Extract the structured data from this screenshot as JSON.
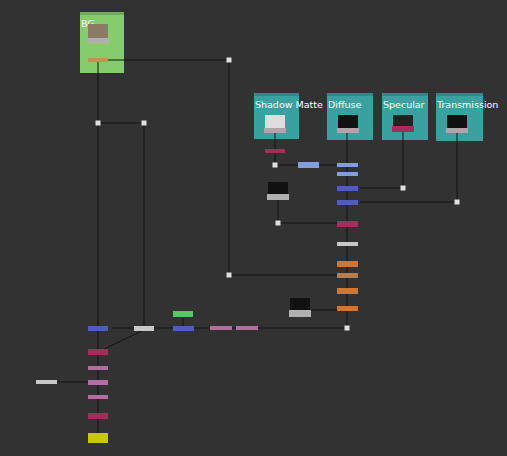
{
  "diagram": {
    "nodes": [
      {
        "text": [
          "BG"
        ]
      },
      {
        "text": [
          "Shadow Matte"
        ]
      },
      {
        "text": [
          "Diffuse"
        ]
      },
      {
        "text": [
          "Specular"
        ]
      },
      {
        "text": [
          "Transmission"
        ]
      }
    ]
  }
}
